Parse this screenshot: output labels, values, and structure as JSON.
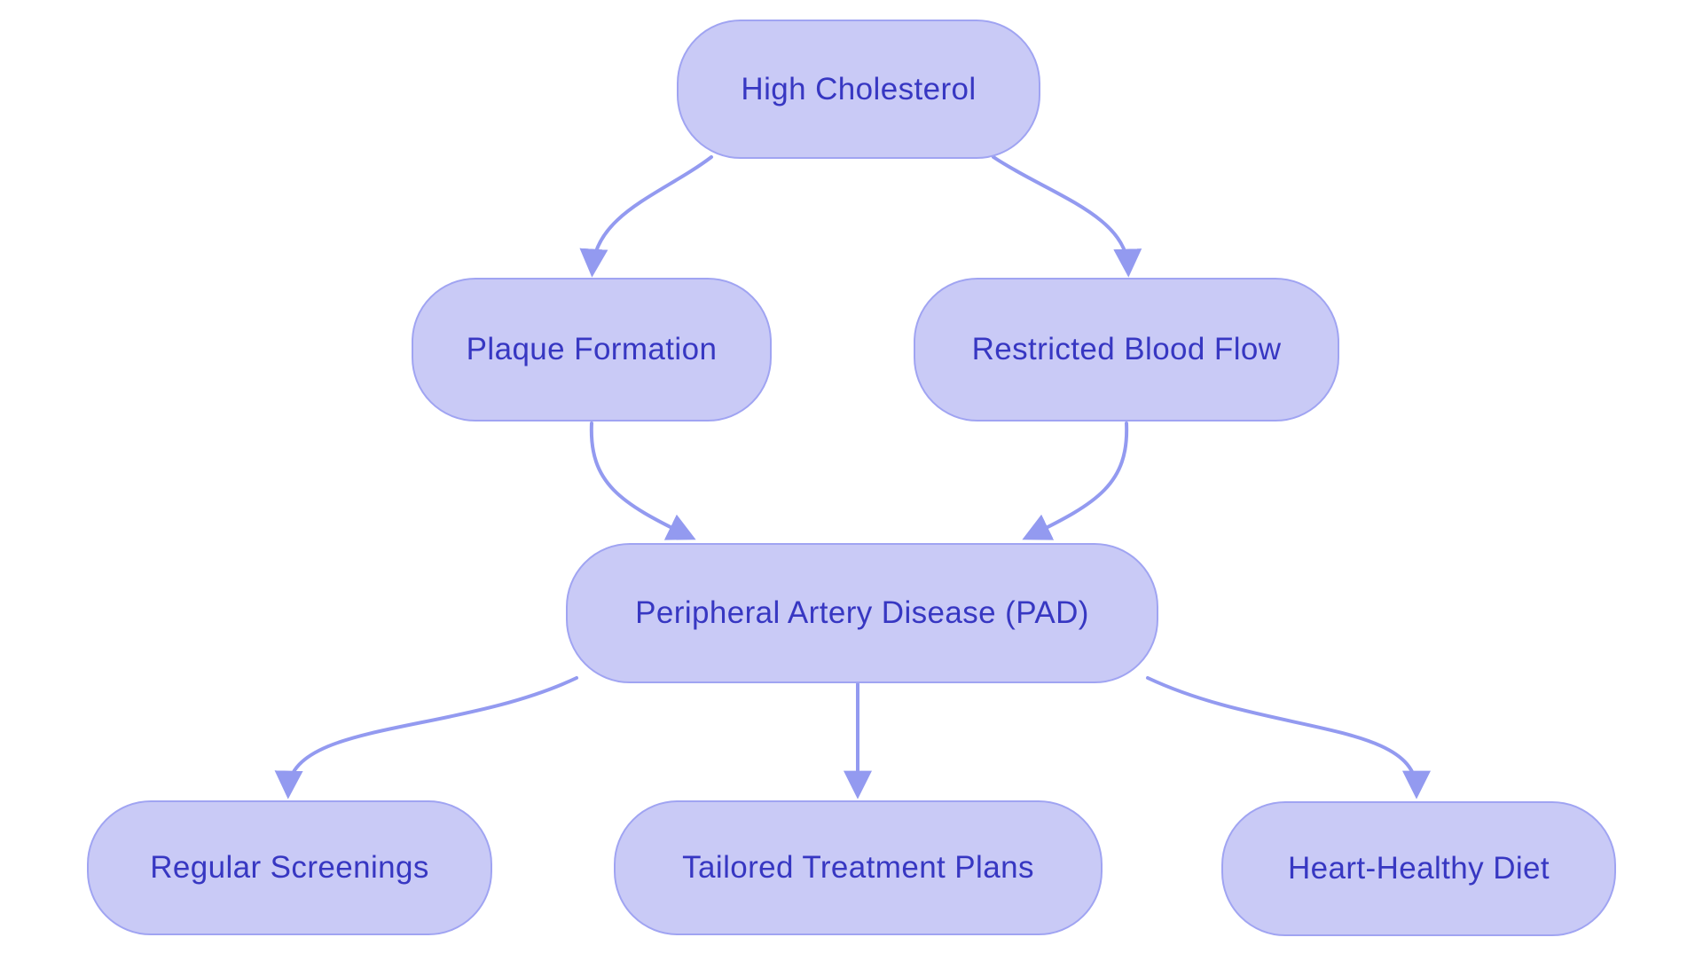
{
  "diagram": {
    "type": "flowchart",
    "direction": "top-down",
    "colors": {
      "node_fill": "#c9caf6",
      "node_border": "#a0a4f2",
      "node_text": "#3737c2",
      "edge": "#939af0",
      "background": "#ffffff"
    },
    "nodes": [
      {
        "id": "high-cholesterol",
        "label": "High Cholesterol"
      },
      {
        "id": "plaque-formation",
        "label": "Plaque Formation"
      },
      {
        "id": "restricted-blood-flow",
        "label": "Restricted Blood Flow"
      },
      {
        "id": "peripheral-artery-disease",
        "label": "Peripheral Artery Disease (PAD)"
      },
      {
        "id": "regular-screenings",
        "label": "Regular Screenings"
      },
      {
        "id": "tailored-treatment-plans",
        "label": "Tailored Treatment Plans"
      },
      {
        "id": "heart-healthy-diet",
        "label": "Heart-Healthy Diet"
      }
    ],
    "edges": [
      {
        "from": "high-cholesterol",
        "to": "plaque-formation"
      },
      {
        "from": "high-cholesterol",
        "to": "restricted-blood-flow"
      },
      {
        "from": "plaque-formation",
        "to": "peripheral-artery-disease"
      },
      {
        "from": "restricted-blood-flow",
        "to": "peripheral-artery-disease"
      },
      {
        "from": "peripheral-artery-disease",
        "to": "regular-screenings"
      },
      {
        "from": "peripheral-artery-disease",
        "to": "tailored-treatment-plans"
      },
      {
        "from": "peripheral-artery-disease",
        "to": "heart-healthy-diet"
      }
    ]
  }
}
